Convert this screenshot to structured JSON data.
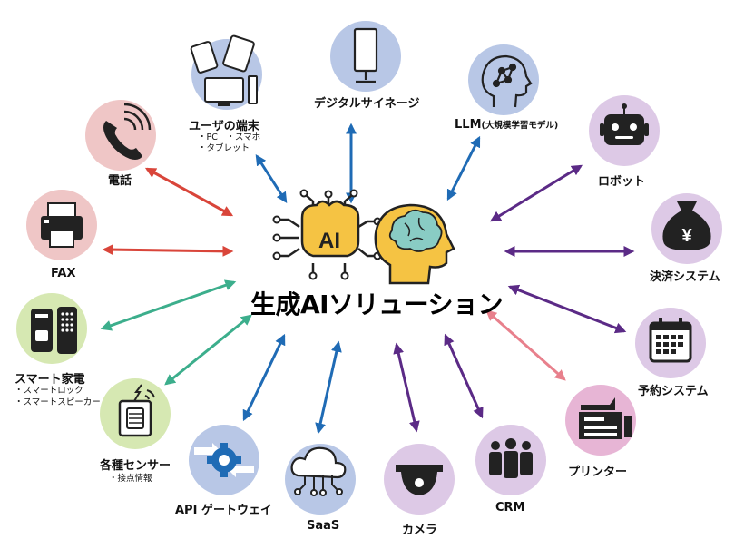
{
  "center": {
    "title": "生成AIソリューション",
    "chip_text": "AI"
  },
  "colors": {
    "red": "#d9453a",
    "teal": "#3cae8c",
    "blue": "#1f6bb5",
    "purple": "#5b2a86",
    "pink": "#e8808c",
    "bubble_pink": "#efc6c6",
    "bubble_green": "#d6e8b2",
    "bubble_blue": "#b8c7e6",
    "bubble_purple": "#ddc9e6",
    "bubble_magenta": "#e7b5d5",
    "gold": "#f5c343"
  },
  "nodes": {
    "user_device": {
      "label": "ユーザの端末",
      "subs": [
        "・PC　・スマホ",
        "・タブレット"
      ]
    },
    "signage": {
      "label": "デジタルサイネージ"
    },
    "llm": {
      "label": "LLM",
      "suffix": "(大規模学習モデル)"
    },
    "robot": {
      "label": "ロボット"
    },
    "phone": {
      "label": "電話"
    },
    "fax": {
      "label": "FAX"
    },
    "payment": {
      "label": "決済システム"
    },
    "smart_home": {
      "label": "スマート家電",
      "subs": [
        "・スマートロック",
        "・スマートスピーカー"
      ]
    },
    "booking": {
      "label": "予約システム"
    },
    "sensor": {
      "label": "各種センサー",
      "subs": [
        "・接点情報"
      ]
    },
    "printer": {
      "label": "プリンター"
    },
    "api_gateway": {
      "label": "API ゲートウェイ"
    },
    "saas": {
      "label": "SaaS"
    },
    "camera": {
      "label": "カメラ"
    },
    "crm": {
      "label": "CRM"
    }
  }
}
